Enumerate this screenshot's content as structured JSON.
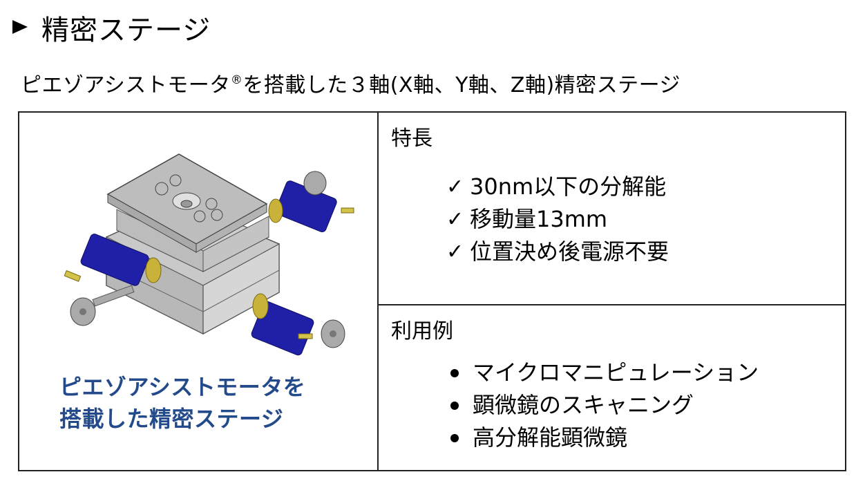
{
  "title": {
    "arrow_icon": "triangle-right-icon",
    "text": "精密ステージ"
  },
  "subtitle": {
    "before_mark": "ピエゾアシストモータ",
    "mark": "®",
    "after_mark": "を搭載した３軸(X軸、Y軸、Z軸)精密ステージ"
  },
  "product": {
    "image_alt": "3-axis precision stage illustration",
    "caption_line1": "ピエゾアシストモータを",
    "caption_line2": "搭載した精密ステージ",
    "caption_color": "#234a8a"
  },
  "features": {
    "heading": "特長",
    "marker": "✓",
    "items": [
      {
        "label": "30nm以下の分解能"
      },
      {
        "label": "移動量13mm"
      },
      {
        "label": "位置決め後電源不要"
      }
    ]
  },
  "uses": {
    "heading": "利用例",
    "items": [
      {
        "label": "マイクロマニピュレーション"
      },
      {
        "label": "顕微鏡のスキャニング"
      },
      {
        "label": "高分解能顕微鏡"
      }
    ]
  }
}
